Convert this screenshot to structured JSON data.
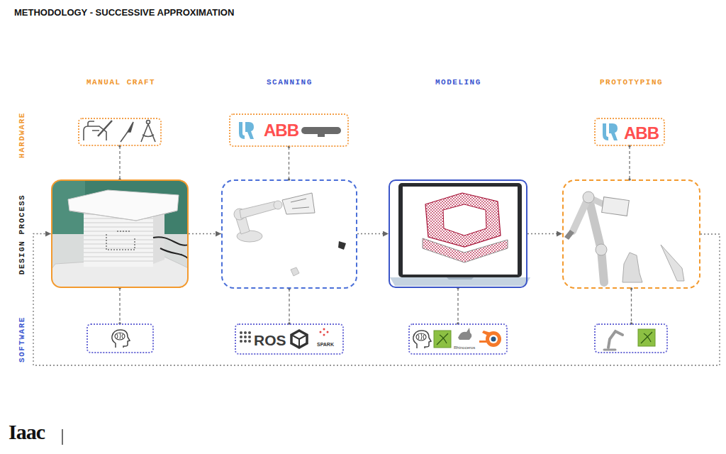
{
  "diagram": {
    "title": "METHODOLOGY - SUCCESSIVE APPROXIMATION",
    "nodes": [
      {
        "text": []
      },
      {
        "text": [
          "ABB"
        ]
      },
      {
        "text": [
          "ABB"
        ]
      },
      {
        "text": []
      },
      {
        "text": []
      },
      {
        "text": []
      },
      {
        "text": []
      },
      {
        "text": []
      },
      {
        "text": [
          "ROS",
          "SPARK"
        ]
      },
      {
        "text": [
          "Rhinoceros"
        ]
      },
      {
        "text": []
      }
    ],
    "edges": [
      {
        "from": 0,
        "to": 3,
        "arrow": "none"
      },
      {
        "from": 1,
        "to": 4,
        "arrow": "none"
      },
      {
        "from": 2,
        "to": 6,
        "arrow": "none"
      },
      {
        "from": 3,
        "to": 4,
        "arrow": "to"
      },
      {
        "from": 4,
        "to": 5,
        "arrow": "to"
      },
      {
        "from": 5,
        "to": 6,
        "arrow": "to"
      },
      {
        "from": 6,
        "to": 3,
        "arrow": "to"
      },
      {
        "from": 3,
        "to": 7,
        "arrow": "none"
      },
      {
        "from": 4,
        "to": 8,
        "arrow": "none"
      },
      {
        "from": 5,
        "to": 9,
        "arrow": "none"
      },
      {
        "from": 6,
        "to": 10,
        "arrow": "none"
      }
    ],
    "labels": [
      "MANUAL CRAFT",
      "SCANNING",
      "MODELING",
      "PROTOTYPING",
      "HARDWARE",
      "DESIGN PROCESS",
      "SOFTWARE",
      "Iaac"
    ]
  }
}
